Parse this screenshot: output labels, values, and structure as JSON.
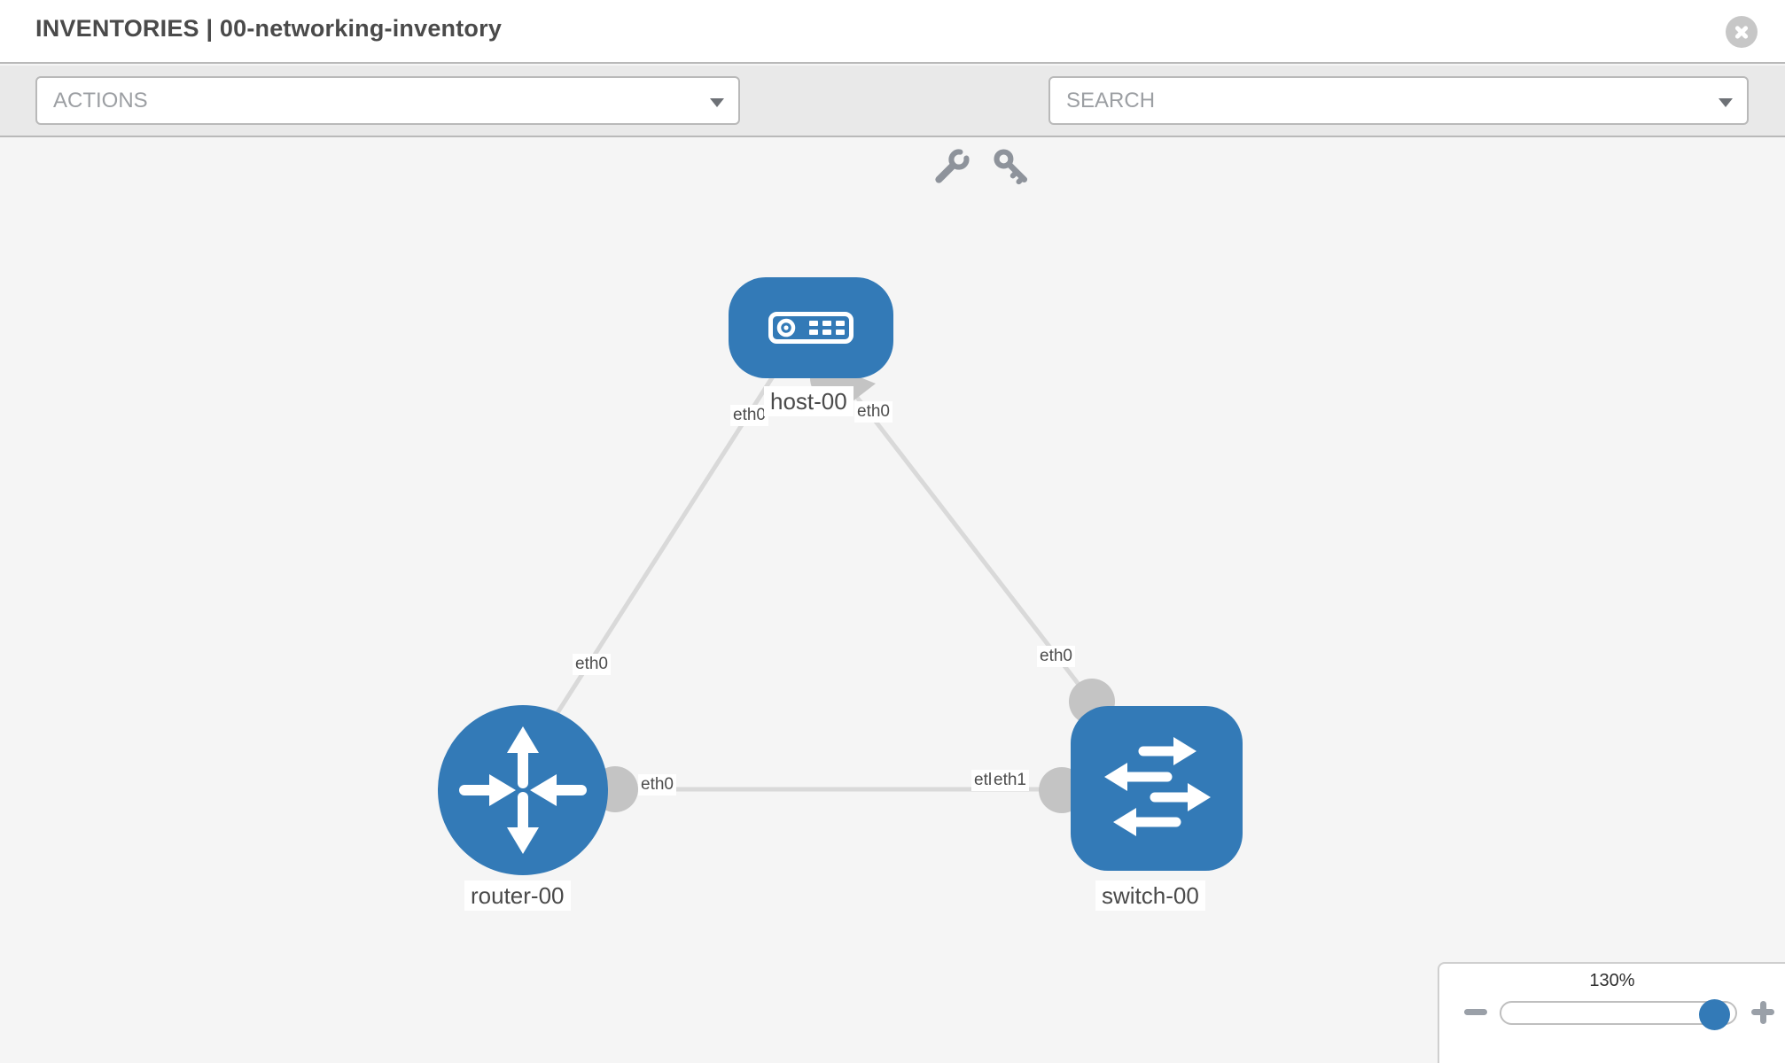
{
  "header": {
    "title": "INVENTORIES | 00-networking-inventory"
  },
  "toolbar": {
    "actions": "ACTIONS",
    "search": "SEARCH"
  },
  "topology": {
    "nodes": [
      {
        "label": "host-00",
        "type": "host"
      },
      {
        "label": "router-00",
        "type": "router"
      },
      {
        "label": "switch-00",
        "type": "switch"
      }
    ],
    "links": [
      {
        "from": "host-00",
        "to": "router-00",
        "from_interface": "eth0",
        "to_interface": "eth0"
      },
      {
        "from": "host-00",
        "to": "switch-00",
        "from_interface": "eth0",
        "to_interface": "eth0"
      },
      {
        "from": "router-00",
        "to": "switch-00",
        "from_interface": "eth0",
        "to_interface": "eth1"
      }
    ],
    "interfaces": {
      "host_left": "eth0",
      "host_right": "eth0",
      "router_top": "eth0",
      "router_right": "eth0",
      "switch_top": "eth0",
      "switch_left_back": "eth0",
      "switch_left_front": "eth1"
    }
  },
  "zoom": {
    "level": "130%"
  },
  "icons": [
    "close-icon",
    "chevron-down-icon",
    "wrench-icon",
    "key-icon",
    "host-icon",
    "router-icon",
    "switch-icon",
    "minus-icon",
    "plus-icon"
  ],
  "colors": {
    "node_blue": "#337ab7",
    "link_gray": "#d9d9d9",
    "port_gray": "#c4c4c4",
    "toolbar_bg": "#e9e9e9",
    "canvas_bg": "#f5f5f5",
    "border_gray": "#b9b9b9"
  }
}
